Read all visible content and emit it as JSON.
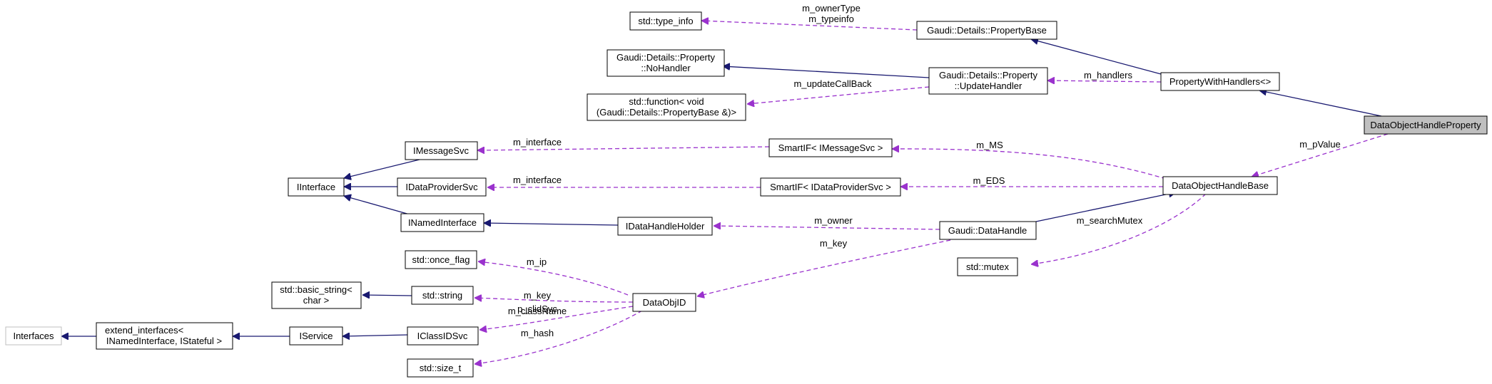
{
  "colors": {
    "inheritance_edge": "#191970",
    "usage_edge": "#9a32cd",
    "focus_node_fill": "#bfbfbf",
    "external_node_border": "#bfbfbf"
  },
  "nodes": {
    "data_object_handle_property": [
      "DataObjectHandleProperty"
    ],
    "property_with_handlers": [
      "PropertyWithHandlers<>"
    ],
    "property_base": [
      "Gaudi::Details::PropertyBase"
    ],
    "type_info": [
      "std::type_info"
    ],
    "update_handler": [
      "Gaudi::Details::Property",
      "::UpdateHandler"
    ],
    "no_handler": [
      "Gaudi::Details::Property",
      "::NoHandler"
    ],
    "std_function": [
      "std::function< void",
      "(Gaudi::Details::PropertyBase &)>"
    ],
    "data_object_handle_base": [
      "DataObjectHandleBase"
    ],
    "smartif_imessagesvc": [
      "SmartIF< IMessageSvc >"
    ],
    "smartif_idataprovidersvc": [
      "SmartIF< IDataProviderSvc >"
    ],
    "imessagesvc": [
      "IMessageSvc"
    ],
    "idataprovidersvc": [
      "IDataProviderSvc"
    ],
    "iinterface": [
      "IInterface"
    ],
    "inamedinterface": [
      "INamedInterface"
    ],
    "idatahandleholder": [
      "IDataHandleHolder"
    ],
    "gaudi_datahandle": [
      "Gaudi::DataHandle"
    ],
    "std_mutex": [
      "std::mutex"
    ],
    "dataobjid": [
      "DataObjID"
    ],
    "std_once_flag": [
      "std::once_flag"
    ],
    "std_basic_string": [
      "std::basic_string<",
      "char >"
    ],
    "std_string": [
      "std::string"
    ],
    "iclassidsvc": [
      "IClassIDSvc"
    ],
    "iservice": [
      "IService"
    ],
    "extend_interfaces": [
      "extend_interfaces<",
      "INamedInterface, IStateful >"
    ],
    "interfaces": [
      "Interfaces"
    ],
    "std_size_t": [
      "std::size_t"
    ]
  },
  "edge_labels": {
    "m_ownertype_typeinfo": [
      "m_ownerType",
      "m_typeinfo"
    ],
    "m_handlers": [
      "m_handlers"
    ],
    "m_updatecallback": [
      "m_updateCallBack"
    ],
    "m_pvalue": [
      "m_pValue"
    ],
    "m_interface_msg": [
      "m_interface"
    ],
    "m_ms": [
      "m_MS"
    ],
    "m_interface_data": [
      "m_interface"
    ],
    "m_eds": [
      "m_EDS"
    ],
    "m_owner": [
      "m_owner"
    ],
    "m_searchmutex": [
      "m_searchMutex"
    ],
    "m_key_handle": [
      "m_key"
    ],
    "m_ip": [
      "m_ip"
    ],
    "m_classname_key": [
      "m_className",
      "m_key"
    ],
    "p_clidsvc": [
      "p_clidSvc"
    ],
    "m_hash": [
      "m_hash"
    ]
  }
}
